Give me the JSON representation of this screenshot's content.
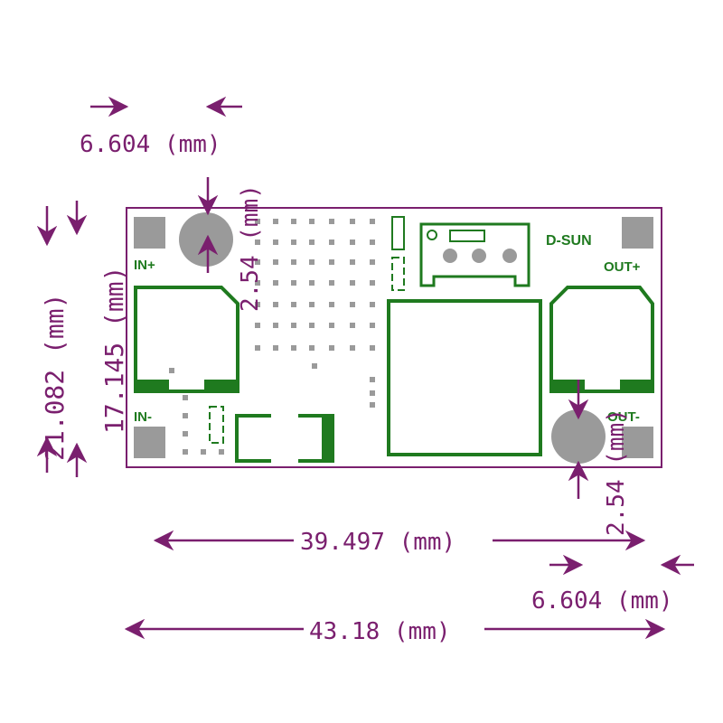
{
  "board": {
    "labels": {
      "in_plus": "IN+",
      "in_minus": "IN-",
      "out_plus": "OUT+",
      "out_minus": "OUT-",
      "brand": "D-SUN"
    }
  },
  "dimensions": {
    "top_hole_offset": "6.604 (mm)",
    "top_hole_diameter": "2.54 (mm)",
    "overall_height": "21.082 (mm)",
    "hole_spacing_vertical": "17.145 (mm)",
    "bottom_hole_diameter": "2.54 (mm)",
    "hole_spacing_horizontal": "39.497 (mm)",
    "bottom_hole_offset": "6.604 (mm)",
    "overall_width": "43.18 (mm)"
  },
  "colors": {
    "dimension": "#7a1f6e",
    "silkscreen": "#1f7a1f",
    "pad": "#9a9a9a",
    "board": "#ffffff",
    "outline": "#7a1f6e"
  }
}
